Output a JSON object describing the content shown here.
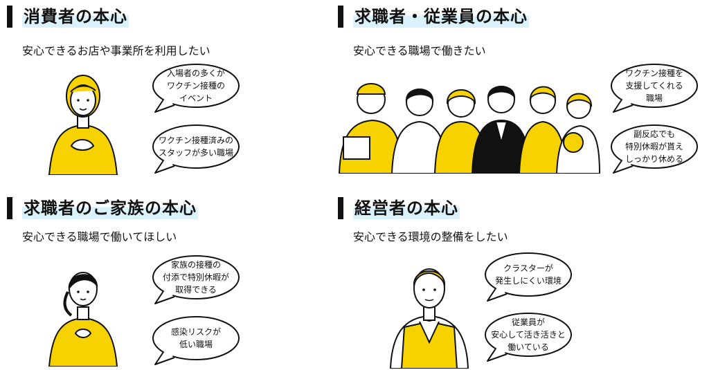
{
  "panels": [
    {
      "title": "消費者の本心",
      "subtitle": "安心できるお店や事業所を利用したい",
      "bubbles": [
        "入場者の多くが\nワクチン接種の\nイベント",
        "ワクチン接種済みの\nスタッフが多い職場"
      ]
    },
    {
      "title": "求職者・従業員の本心",
      "subtitle": "安心できる職場で働きたい",
      "bubbles": [
        "ワクチン接種を\n支援してくれる\n職場",
        "副反応でも\n特別休暇が貰え\nしっかり休める"
      ]
    },
    {
      "title": "求職者のご家族の本心",
      "subtitle": "安心できる職場で働いてほしい",
      "bubbles": [
        "家族の接種の\n付添で特別休暇が\n取得できる",
        "感染リスクが\n低い職場"
      ]
    },
    {
      "title": "経営者の本心",
      "subtitle": "安心できる環境の整備をしたい",
      "bubbles": [
        "クラスターが\n発生しにくい環境",
        "従業員が\n安心して活き活きと\n働いている"
      ]
    }
  ],
  "colors": {
    "accent": "#f5d200",
    "highlight": "#d9f2fb",
    "ink": "#111111"
  }
}
